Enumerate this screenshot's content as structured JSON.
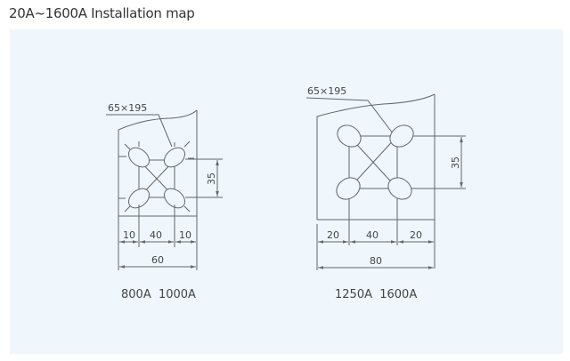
{
  "title": "20A~1600A Installation map",
  "diagrams": [
    {
      "hole_label": "65×195",
      "dim_vertical": "35",
      "dim_left": "10",
      "dim_middle": "40",
      "dim_right": "10",
      "dim_total": "60",
      "caption": "800A  1000A"
    },
    {
      "hole_label": "65×195",
      "dim_vertical": "35",
      "dim_left": "20",
      "dim_middle": "40",
      "dim_right": "20",
      "dim_total": "80",
      "caption": "1250A  1600A"
    }
  ],
  "colors": {
    "panel": "#eff7fc",
    "line": "#666666"
  }
}
